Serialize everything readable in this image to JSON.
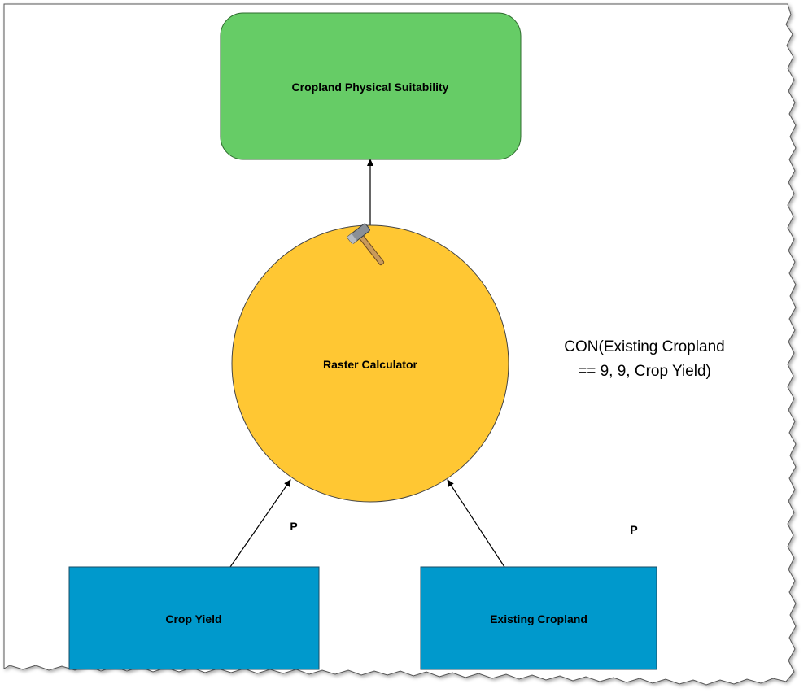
{
  "diagram": {
    "output_node": {
      "label": "Cropland Physical Suitability",
      "fill": "#66cc66",
      "shape": "rounded-rectangle"
    },
    "tool_node": {
      "label": "Raster Calculator",
      "fill": "#ffc733",
      "shape": "circle",
      "icon": "hammer-icon"
    },
    "input_nodes": [
      {
        "label": "Crop Yield",
        "fill": "#0099cc",
        "shape": "rectangle"
      },
      {
        "label": "Existing Cropland",
        "fill": "#0099cc",
        "shape": "rectangle"
      }
    ],
    "parameter_markers": [
      "P",
      "P"
    ],
    "expression": {
      "line1": "CON(Existing Cropland",
      "line2": "== 9, 9, Crop Yield)"
    }
  }
}
